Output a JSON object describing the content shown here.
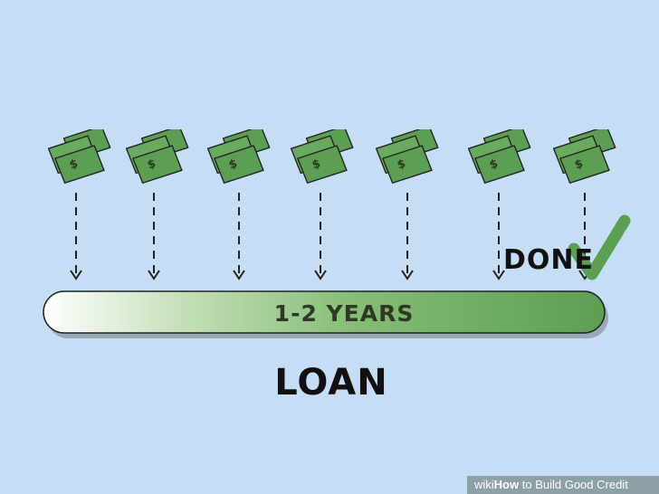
{
  "illustration": {
    "cash_count": 7,
    "bar_label": "1-2 YEARS",
    "done_label": "DONE",
    "caption": "LOAN",
    "colors": {
      "background": "#c5def5",
      "cash": "#5c9e52",
      "bar_gradient_start": "#ffffff",
      "bar_gradient_end": "#5c9e52",
      "check": "#5c9e52"
    }
  },
  "watermark": {
    "brand_prefix": "wiki",
    "brand": "How",
    "title": " to Build Good Credit"
  }
}
